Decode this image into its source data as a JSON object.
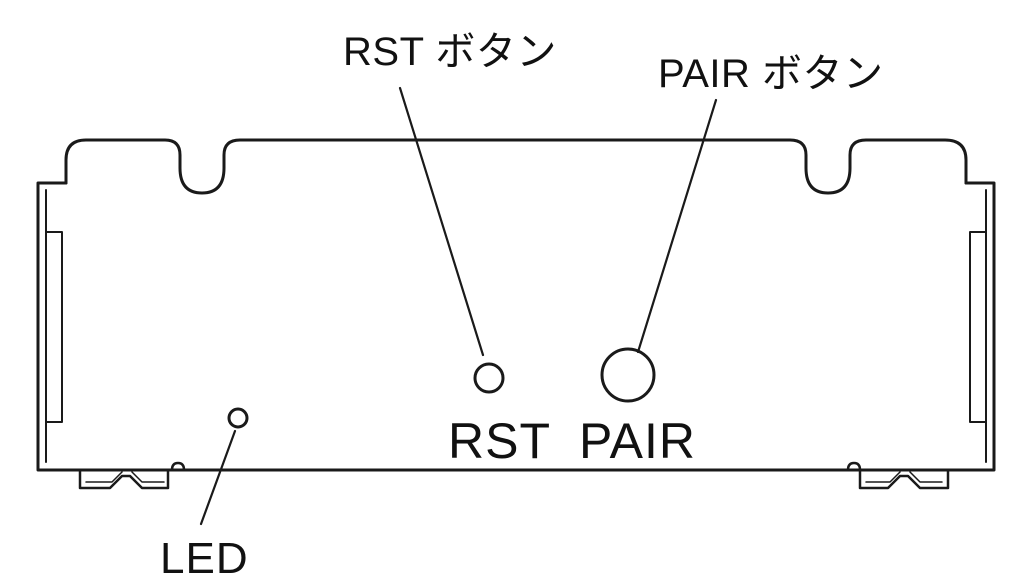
{
  "callouts": {
    "rst_button": "RST ボタン",
    "pair_button": "PAIR ボタン",
    "led": "LED"
  },
  "panel_labels": {
    "rst": "RST",
    "pair": "PAIR"
  },
  "colors": {
    "stroke": "#1a1a1a",
    "background": "#ffffff"
  }
}
